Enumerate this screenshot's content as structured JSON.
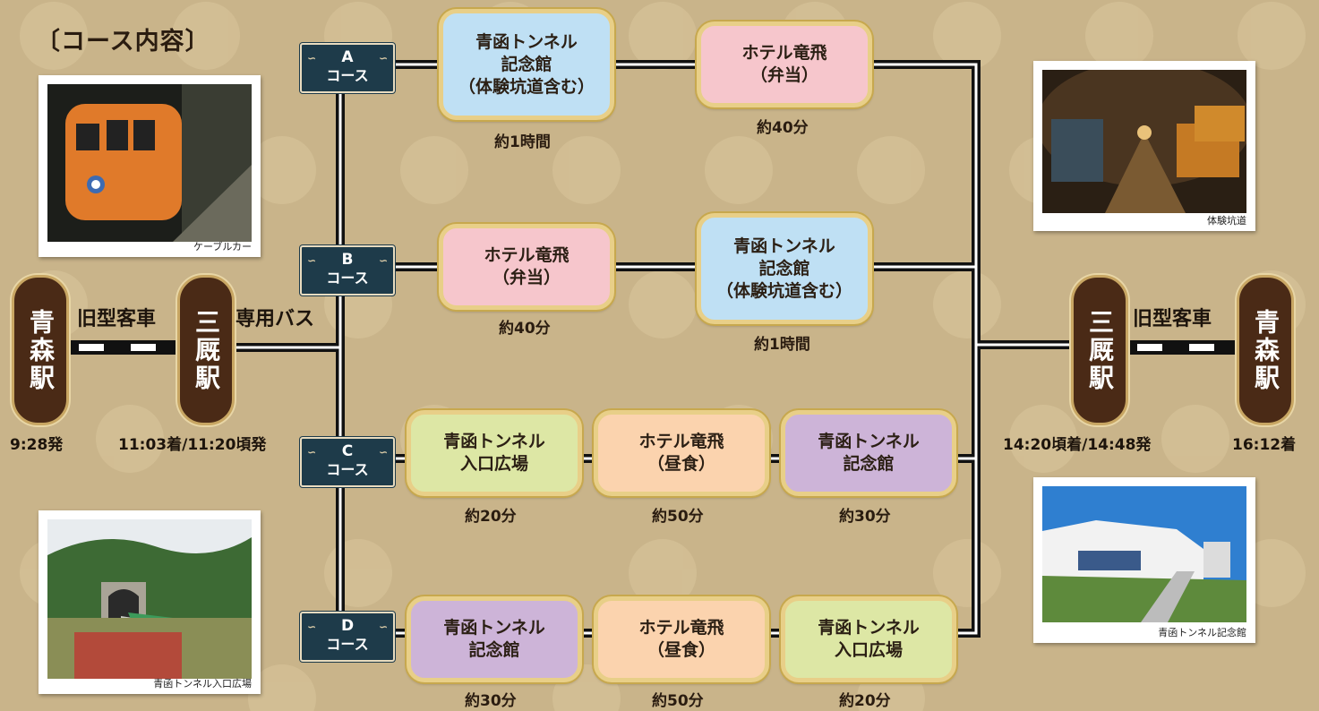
{
  "title": "〔コース内容〕",
  "courses": [
    {
      "letter": "A",
      "suffix": "コース"
    },
    {
      "letter": "B",
      "suffix": "コース"
    },
    {
      "letter": "C",
      "suffix": "コース"
    },
    {
      "letter": "D",
      "suffix": "コース"
    }
  ],
  "nodes": {
    "a1": {
      "text": "青函トンネル\n記念館\n（体験坑道含む）",
      "duration": "約1時間"
    },
    "a2": {
      "text": "ホテル竜飛\n（弁当）",
      "duration": "約40分"
    },
    "b1": {
      "text": "ホテル竜飛\n（弁当）",
      "duration": "約40分"
    },
    "b2": {
      "text": "青函トンネル\n記念館\n（体験坑道含む）",
      "duration": "約1時間"
    },
    "c1": {
      "text": "青函トンネル\n入口広場",
      "duration": "約20分"
    },
    "c2": {
      "text": "ホテル竜飛\n（昼食）",
      "duration": "約50分"
    },
    "c3": {
      "text": "青函トンネル\n記念館",
      "duration": "約30分"
    },
    "d1": {
      "text": "青函トンネル\n記念館",
      "duration": "約30分"
    },
    "d2": {
      "text": "ホテル竜飛\n（昼食）",
      "duration": "約50分"
    },
    "d3": {
      "text": "青函トンネル\n入口広場",
      "duration": "約20分"
    }
  },
  "stations": {
    "aomori_left": {
      "name": "青森駅",
      "time": "9:28発"
    },
    "minmaya_left": {
      "name": "三厩駅",
      "time": "11:03着/11:20頃発"
    },
    "minmaya_right": {
      "name": "三厩駅",
      "time": "14:20頃着/14:48発"
    },
    "aomori_right": {
      "name": "青森駅",
      "time": "16:12着"
    }
  },
  "links": {
    "old_car_left": "旧型客車",
    "bus": "専用バス",
    "old_car_right": "旧型客車"
  },
  "photos": {
    "cable_car": "ケーブルカー",
    "tunnel_exp": "体験坑道",
    "entrance": "青函トンネル入口広場",
    "museum": "青函トンネル記念館"
  },
  "colors": {
    "background": "#c9b48a",
    "station": "#4a2a16",
    "course_badge": "#1e3b4a",
    "blue": "#bfe0f4",
    "pink": "#f6c6cc",
    "green": "#dde7a5",
    "peach": "#fbd3ae",
    "purple": "#cdb4d8"
  }
}
